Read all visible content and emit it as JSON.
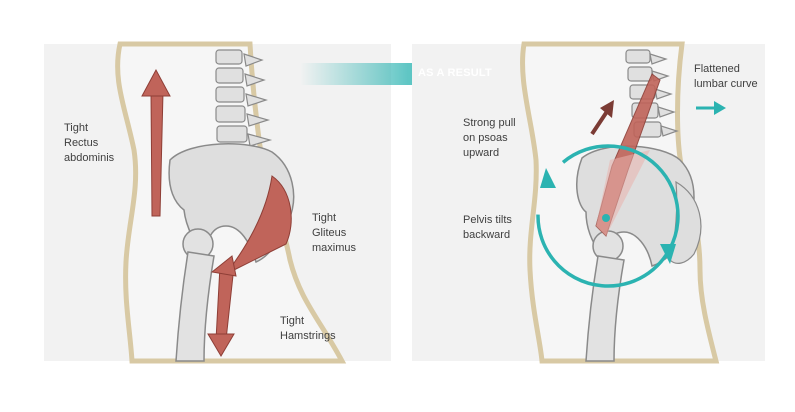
{
  "banner": {
    "text": "AS A RESULT"
  },
  "left_panel": {
    "labels": {
      "rectus": [
        "Tight",
        "Rectus",
        "abdominis"
      ],
      "gluteus": [
        "Tight",
        "Gliteus",
        "maximus"
      ],
      "hamstrings": [
        "Tight",
        "Hamstrings"
      ]
    }
  },
  "right_panel": {
    "labels": {
      "lumbar": [
        "Flattened",
        "lumbar curve"
      ],
      "psoas": [
        "Strong pull",
        "on psoas",
        "upward"
      ],
      "pelvis": [
        "Pelvis tilts",
        "backward"
      ]
    }
  },
  "colors": {
    "panel_bg": "#f2f2f2",
    "skin_outline": "#d8c9a4",
    "bone_fill": "#dedede",
    "bone_stroke": "#8a8a8a",
    "muscle": "#c0645a",
    "muscle_stroke": "#8e3e36",
    "teal": "#2bb3b1",
    "dark_arrow": "#7b3b34"
  }
}
